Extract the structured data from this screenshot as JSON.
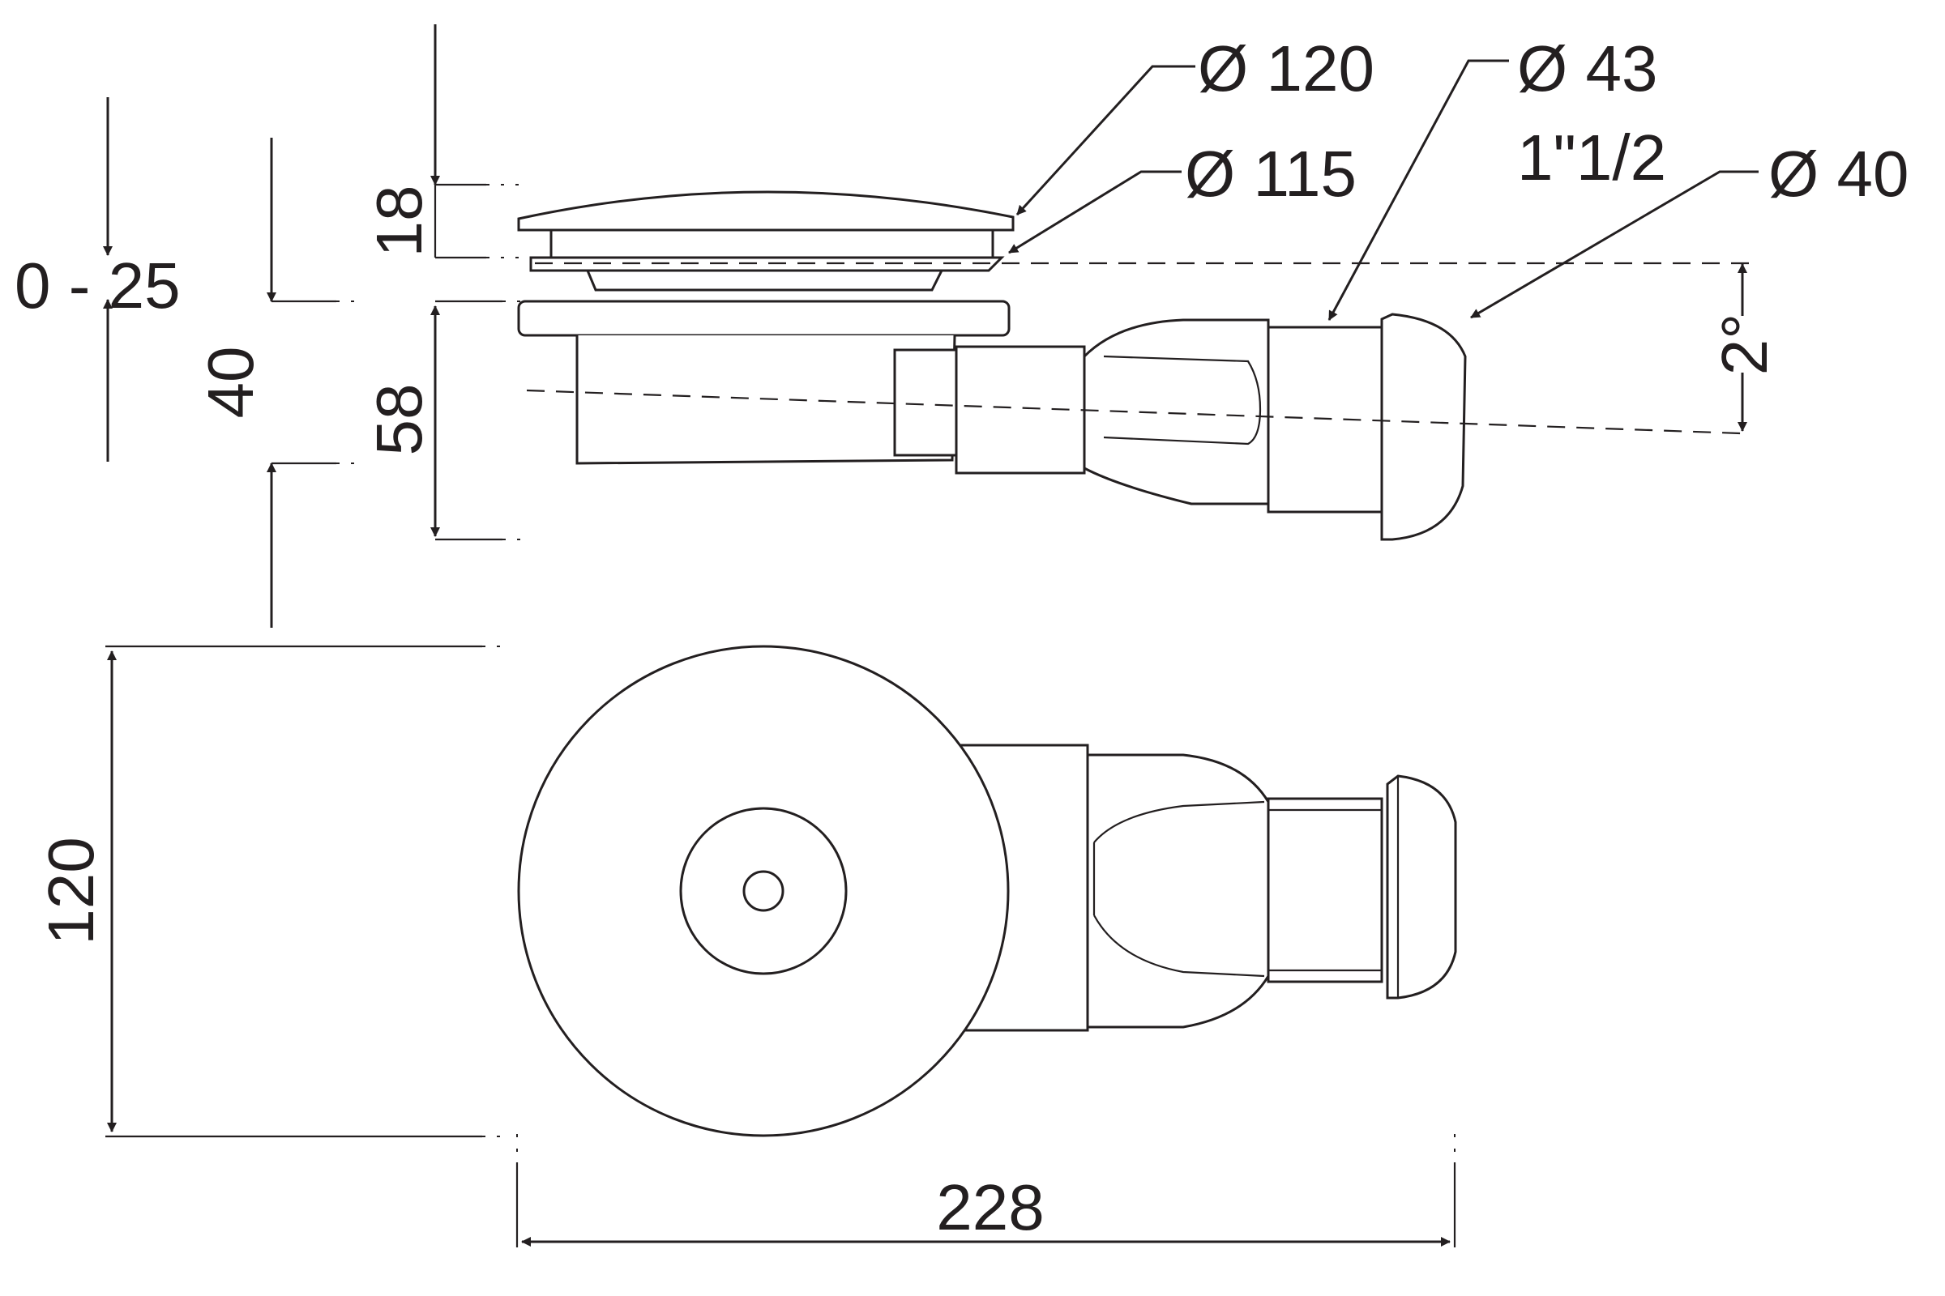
{
  "dimensions": {
    "d_120": "Ø 120",
    "d_115": "Ø 115",
    "d_43": "Ø 43",
    "thread": "1\"1/2",
    "d_40": "Ø 40",
    "h_18": "18",
    "h_0_25": "0 - 25",
    "h_40": "40",
    "h_58": "58",
    "angle": "2°",
    "w_120": "120",
    "length_228": "228"
  },
  "colors": {
    "line": "#231f20",
    "background": "#ffffff"
  }
}
